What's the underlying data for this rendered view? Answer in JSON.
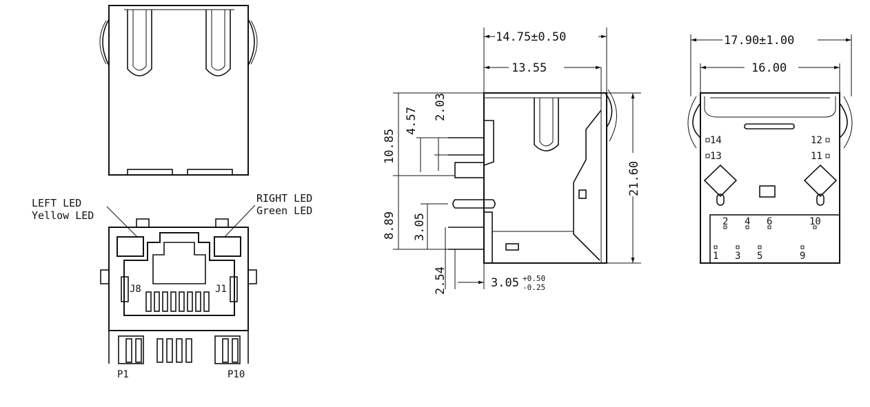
{
  "front_view": {
    "left_led_label": "LEFT LED",
    "left_led_color": "Yellow LED",
    "right_led_label": "RIGHT LED",
    "right_led_color": "Green LED",
    "contact_left": "J8",
    "contact_right": "J1",
    "pin_first": "P1",
    "pin_last": "P10"
  },
  "side_view": {
    "overall_depth": "14.75±0.50",
    "body_depth": "13.55",
    "height": "21.60",
    "dim_10_85": "10.85",
    "dim_4_57": "4.57",
    "dim_2_03": "2.03",
    "dim_8_89": "8.89",
    "dim_3_05": "3.05",
    "dim_2_54": "2.54",
    "tail_length": "3.05",
    "tail_tol_plus": "+0.50",
    "tail_tol_minus": "-0.25"
  },
  "footprint_view": {
    "overall_width": "17.90±1.00",
    "body_width": "16.00",
    "pin_14": "14",
    "pin_13": "13",
    "pin_12": "12",
    "pin_11": "11",
    "pin_2": "2",
    "pin_4": "4",
    "pin_6": "6",
    "pin_10": "10",
    "pin_1": "1",
    "pin_3": "3",
    "pin_5": "5",
    "pin_9": "9"
  }
}
